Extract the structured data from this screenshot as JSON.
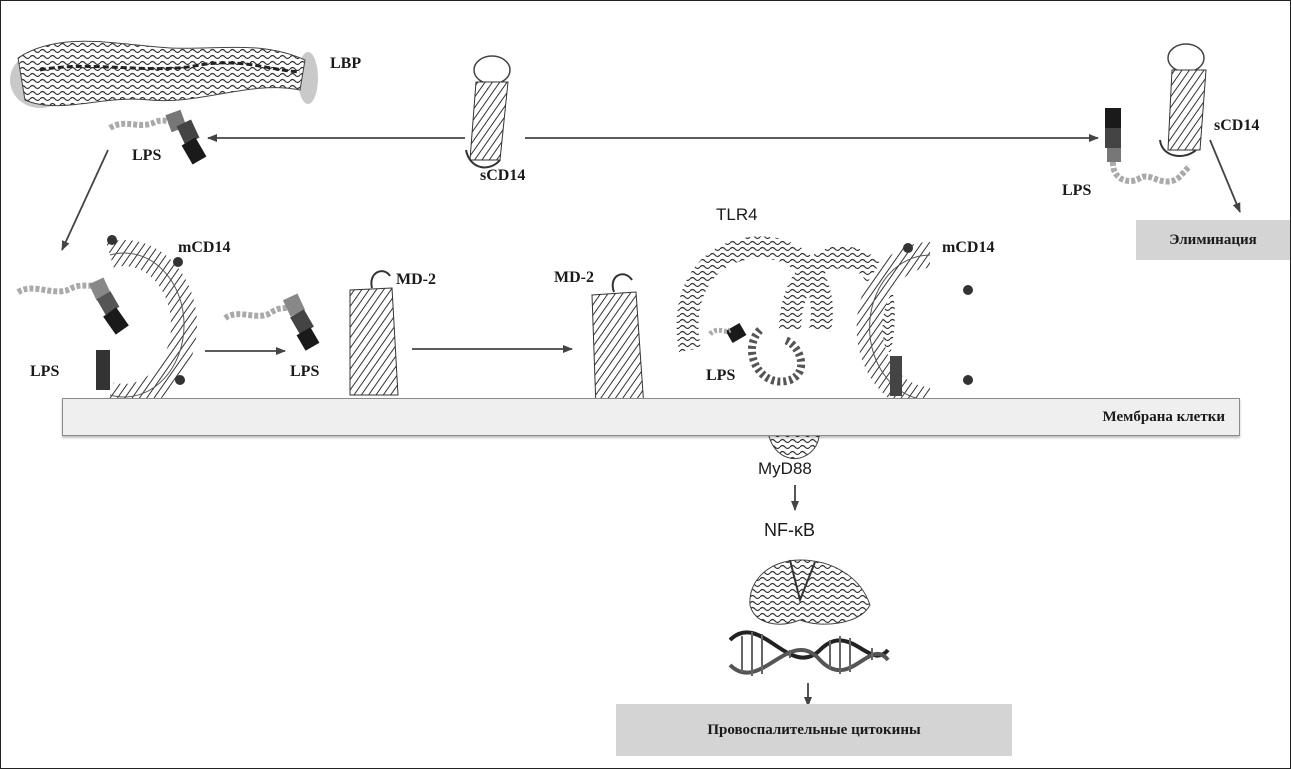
{
  "labels": {
    "lbp": "LBP",
    "lps_top": "LPS",
    "scd14_mid": "sCD14",
    "scd14_right": "sCD14",
    "lps_right": "LPS",
    "tlr4": "TLR4",
    "mcd14_left": "mCD14",
    "mcd14_right": "mCD14",
    "md2_left": "MD-2",
    "md2_right": "MD-2",
    "lps_left": "LPS",
    "lps_mid": "LPS",
    "lps_tlr": "LPS",
    "myd88": "MyD88",
    "nfkb": "NF-κB"
  },
  "boxes": {
    "elimination": "Элиминация",
    "cytokines": "Провоспалительные цитокины"
  },
  "membrane_label": "Мембрана клетки"
}
